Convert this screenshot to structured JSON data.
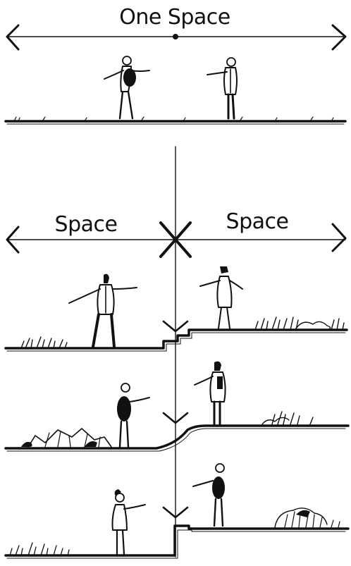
{
  "labels": {
    "top": "One Space",
    "left": "Space",
    "right": "Space"
  },
  "colors": {
    "ink": "#111111",
    "paper": "#ffffff"
  }
}
